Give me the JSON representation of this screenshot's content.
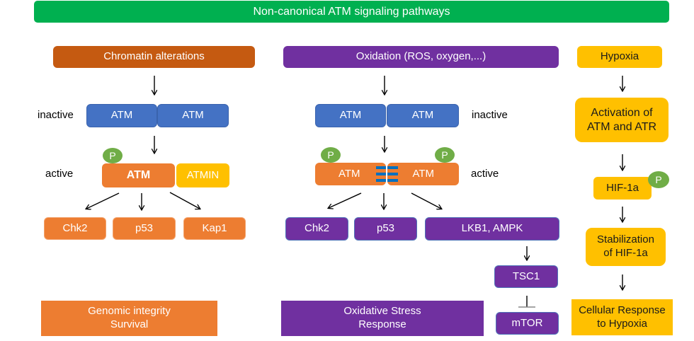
{
  "title": "Non-canonical ATM signaling pathways",
  "colors": {
    "title_bg": "#00B050",
    "chromatin": "#C55A11",
    "oxidation": "#7030A0",
    "hypoxia": "#FFC000",
    "atm_inactive": "#4472C4",
    "atm_active": "#ED7D31",
    "phospho": "#70AD47",
    "dimer_bridge": "#0070C0"
  },
  "chromatin_pathway": {
    "header": "Chromatin alterations",
    "inactive_label": "inactive",
    "active_label": "active",
    "inactive_atm": [
      "ATM",
      "ATM"
    ],
    "active_atm": "ATM",
    "partner": "ATMIN",
    "phospho": "P",
    "targets": [
      "Chk2",
      "p53",
      "Kap1"
    ],
    "outcome_line1": "Genomic integrity",
    "outcome_line2": "Survival"
  },
  "oxidation_pathway": {
    "header": "Oxidation (ROS, oxygen,...)",
    "inactive_label": "inactive",
    "active_label": "active",
    "inactive_atm": [
      "ATM",
      "ATM"
    ],
    "active_atm": [
      "ATM",
      "ATM"
    ],
    "phospho": "P",
    "targets": [
      "Chk2",
      "p53",
      "LKB1, AMPK"
    ],
    "tsc1": "TSC1",
    "mtor": "mTOR",
    "outcome_line1": "Oxidative Stress",
    "outcome_line2": "Response"
  },
  "hypoxia_pathway": {
    "header": "Hypoxia",
    "activation_line1": "Activation of",
    "activation_line2": "ATM and ATR",
    "hif": "HIF-1a",
    "phospho": "P",
    "stabilization_line1": "Stabilization",
    "stabilization_line2": "of HIF-1a",
    "outcome_line1": "Cellular Response",
    "outcome_line2": "to Hypoxia"
  }
}
